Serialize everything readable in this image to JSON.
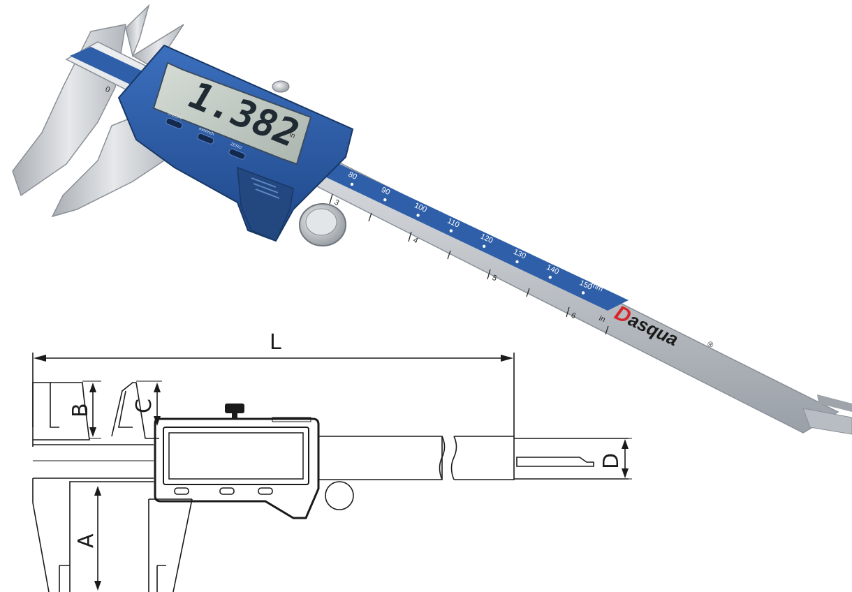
{
  "product_photo": {
    "brand_first_letter": "D",
    "brand_rest": "asqua",
    "registered_mark": "®",
    "lcd_reading": "1.382",
    "lcd_unit": "in",
    "button_labels": [
      "ON/OFF",
      "mm/inch",
      "ZERO"
    ],
    "metric_scale_numbers": [
      "80",
      "90",
      "100",
      "110",
      "120",
      "130",
      "140",
      "150"
    ],
    "metric_unit": "mm",
    "inch_scale_numbers": [
      "3",
      "4",
      "5",
      "6"
    ],
    "inch_unit": "in",
    "upper_scale_number": "0",
    "colors": {
      "body_blue": "#2f5fa8",
      "dark_blue": "#1d3f7a",
      "steel": "#c9cdd2",
      "brand_red": "#d7262a"
    }
  },
  "dimension_drawing": {
    "labels": {
      "length": "L",
      "outside_jaw": "A",
      "inside_jaw_b": "B",
      "inside_jaw_c": "C",
      "depth_rod": "D"
    }
  }
}
